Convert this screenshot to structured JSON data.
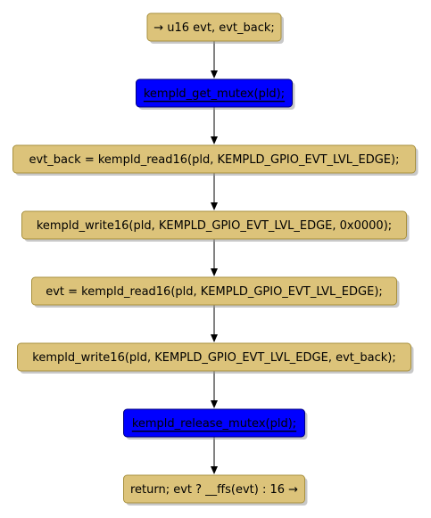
{
  "diagram": {
    "type": "flowchart",
    "colors": {
      "statement_fill": "#dcc37a",
      "statement_border": "#a8913f",
      "call_fill": "#0000ff",
      "call_border": "#000080",
      "edge": "#000000"
    },
    "nodes": [
      {
        "id": "n1",
        "kind": "statement",
        "label": "→ u16 evt, evt_back;"
      },
      {
        "id": "n2",
        "kind": "call",
        "label": "kempld_get_mutex(pld);"
      },
      {
        "id": "n3",
        "kind": "statement",
        "label": "evt_back = kempld_read16(pld, KEMPLD_GPIO_EVT_LVL_EDGE);"
      },
      {
        "id": "n4",
        "kind": "statement",
        "label": "kempld_write16(pld, KEMPLD_GPIO_EVT_LVL_EDGE, 0x0000);"
      },
      {
        "id": "n5",
        "kind": "statement",
        "label": "evt = kempld_read16(pld, KEMPLD_GPIO_EVT_LVL_EDGE);"
      },
      {
        "id": "n6",
        "kind": "statement",
        "label": "kempld_write16(pld, KEMPLD_GPIO_EVT_LVL_EDGE, evt_back);"
      },
      {
        "id": "n7",
        "kind": "call",
        "label": "kempld_release_mutex(pld);"
      },
      {
        "id": "n8",
        "kind": "statement",
        "label": "return; evt ? __ffs(evt) : 16 →"
      }
    ],
    "edges": [
      {
        "from": "n1",
        "to": "n2"
      },
      {
        "from": "n2",
        "to": "n3"
      },
      {
        "from": "n3",
        "to": "n4"
      },
      {
        "from": "n4",
        "to": "n5"
      },
      {
        "from": "n5",
        "to": "n6"
      },
      {
        "from": "n6",
        "to": "n7"
      },
      {
        "from": "n7",
        "to": "n8"
      }
    ]
  }
}
